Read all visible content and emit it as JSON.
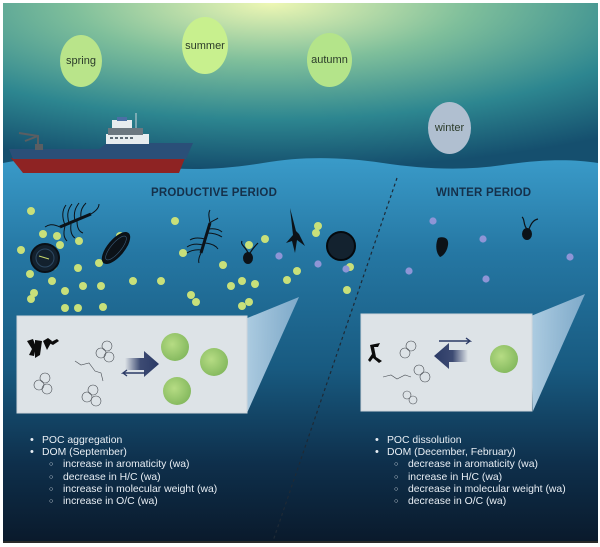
{
  "figure": {
    "seasons": [
      {
        "label": "spring",
        "color": "#b9e48a"
      },
      {
        "label": "summer",
        "color": "#c8f08e"
      },
      {
        "label": "autumn",
        "color": "#b4e48a"
      },
      {
        "label": "winter",
        "color": "#b0bfd0"
      }
    ],
    "productive": {
      "title": "PRODUCTIVE PERIOD",
      "notes": [
        {
          "level": 1,
          "text": "POC aggregation"
        },
        {
          "level": 1,
          "text": "DOM  (September)"
        },
        {
          "level": 2,
          "text": "increase in aromaticity (wa)"
        },
        {
          "level": 2,
          "text": "decrease in H/C (wa)"
        },
        {
          "level": 2,
          "text": "increase in molecular weight (wa)"
        },
        {
          "level": 2,
          "text": "increase in O/C (wa)"
        }
      ]
    },
    "winter": {
      "title": "WINTER PERIOD",
      "notes": [
        {
          "level": 1,
          "text": "POC dissolution"
        },
        {
          "level": 1,
          "text": "DOM (December, February)"
        },
        {
          "level": 2,
          "text": "decrease in  aromaticity (wa)"
        },
        {
          "level": 2,
          "text": "increase in H/C (wa)"
        },
        {
          "level": 2,
          "text": "decrease in molecular weight (wa)"
        },
        {
          "level": 2,
          "text": "decrease in O/C (wa)"
        }
      ]
    },
    "colors": {
      "sky_top": "#eef7b4",
      "sky_mid": "#2f8a8e",
      "sky_bottom": "#0f4f6d",
      "water_top": "#3a9bc9",
      "water_mid": "#1d5f86",
      "water_bottom": "#0b1d30",
      "particle_green": "#c8e07a",
      "particle_purple": "#8e95d6",
      "ship_hull_red": "#8e2323",
      "ship_hull_blue": "#2a4f78",
      "arrow_navy": "#2b3a66",
      "box_fill": "#dde3e7"
    }
  }
}
